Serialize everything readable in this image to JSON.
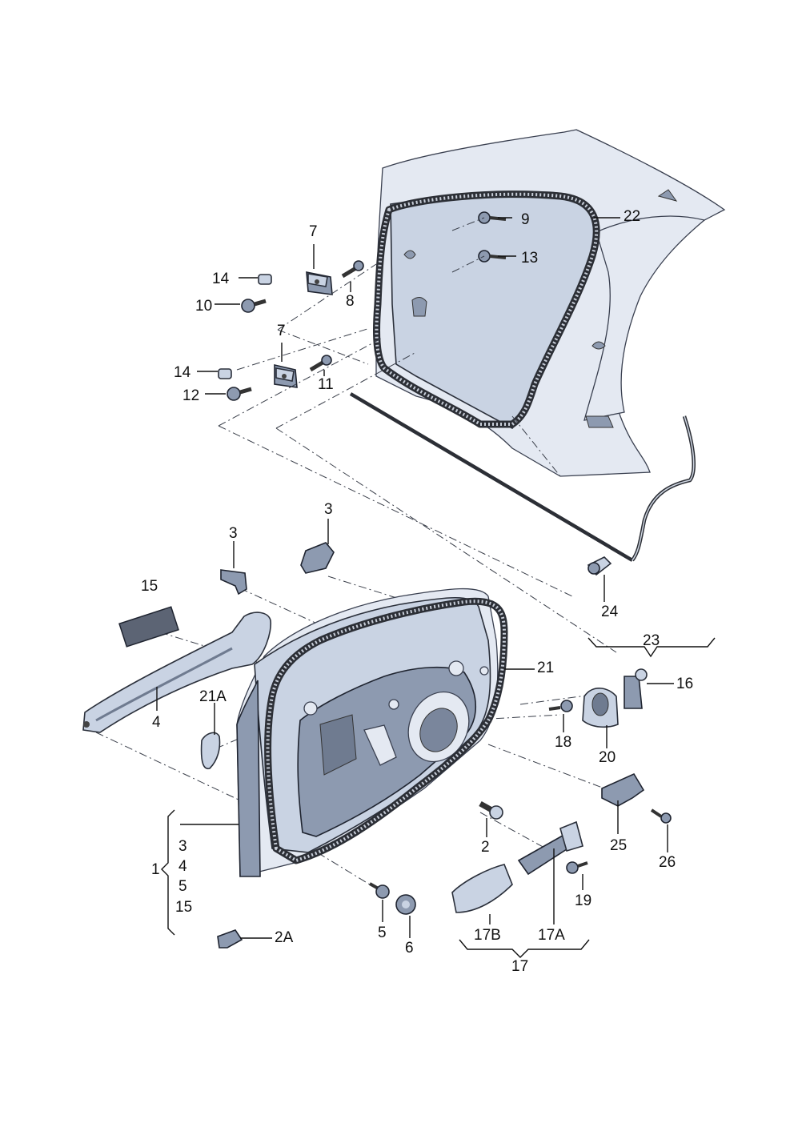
{
  "diagram": {
    "labels": [
      {
        "id": "l22",
        "text": "22"
      },
      {
        "id": "l9",
        "text": "9"
      },
      {
        "id": "l13",
        "text": "13"
      },
      {
        "id": "l7a",
        "text": "7"
      },
      {
        "id": "l14a",
        "text": "14"
      },
      {
        "id": "l8",
        "text": "8"
      },
      {
        "id": "l10",
        "text": "10"
      },
      {
        "id": "l7b",
        "text": "7"
      },
      {
        "id": "l14b",
        "text": "14"
      },
      {
        "id": "l11",
        "text": "11"
      },
      {
        "id": "l12",
        "text": "12"
      },
      {
        "id": "l3a",
        "text": "3"
      },
      {
        "id": "l3b",
        "text": "3"
      },
      {
        "id": "l15",
        "text": "15"
      },
      {
        "id": "l24",
        "text": "24"
      },
      {
        "id": "l23",
        "text": "23"
      },
      {
        "id": "l21",
        "text": "21"
      },
      {
        "id": "l21A",
        "text": "21A"
      },
      {
        "id": "l4",
        "text": "4"
      },
      {
        "id": "l16",
        "text": "16"
      },
      {
        "id": "l18",
        "text": "18"
      },
      {
        "id": "l20",
        "text": "20"
      },
      {
        "id": "l25",
        "text": "25"
      },
      {
        "id": "l26",
        "text": "26"
      },
      {
        "id": "l2",
        "text": "2"
      },
      {
        "id": "l19",
        "text": "19"
      },
      {
        "id": "l1",
        "text": "1"
      },
      {
        "id": "l1_3",
        "text": "3"
      },
      {
        "id": "l1_4",
        "text": "4"
      },
      {
        "id": "l1_5",
        "text": "5"
      },
      {
        "id": "l1_15",
        "text": "15"
      },
      {
        "id": "l5",
        "text": "5"
      },
      {
        "id": "l6",
        "text": "6"
      },
      {
        "id": "l17B",
        "text": "17B"
      },
      {
        "id": "l17A",
        "text": "17A"
      },
      {
        "id": "l17",
        "text": "17"
      },
      {
        "id": "l2A",
        "text": "2A"
      }
    ]
  }
}
